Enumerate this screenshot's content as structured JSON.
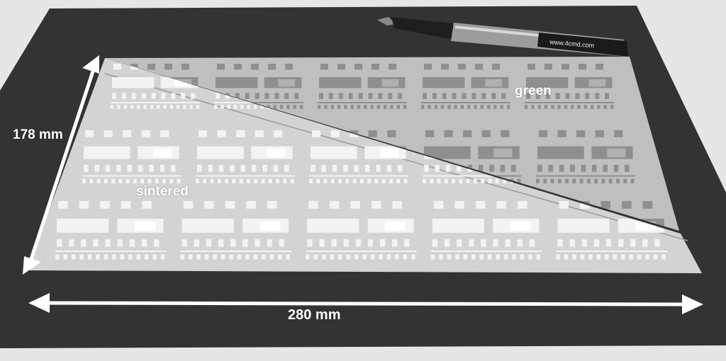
{
  "labels": {
    "height": "178 mm",
    "width": "280 mm",
    "green_region": "green",
    "sintered_region": "sintered",
    "pen_text": "www.4cmd.com"
  },
  "colors": {
    "background": "#e6e6e6",
    "mat": "#333333",
    "green_tape": "#bdbdbd",
    "sintered_tape": "#d6d6d6",
    "arrow": "#ffffff"
  },
  "sheet": {
    "rows": 3,
    "columns": 5,
    "pattern": "printed circuit layouts"
  }
}
